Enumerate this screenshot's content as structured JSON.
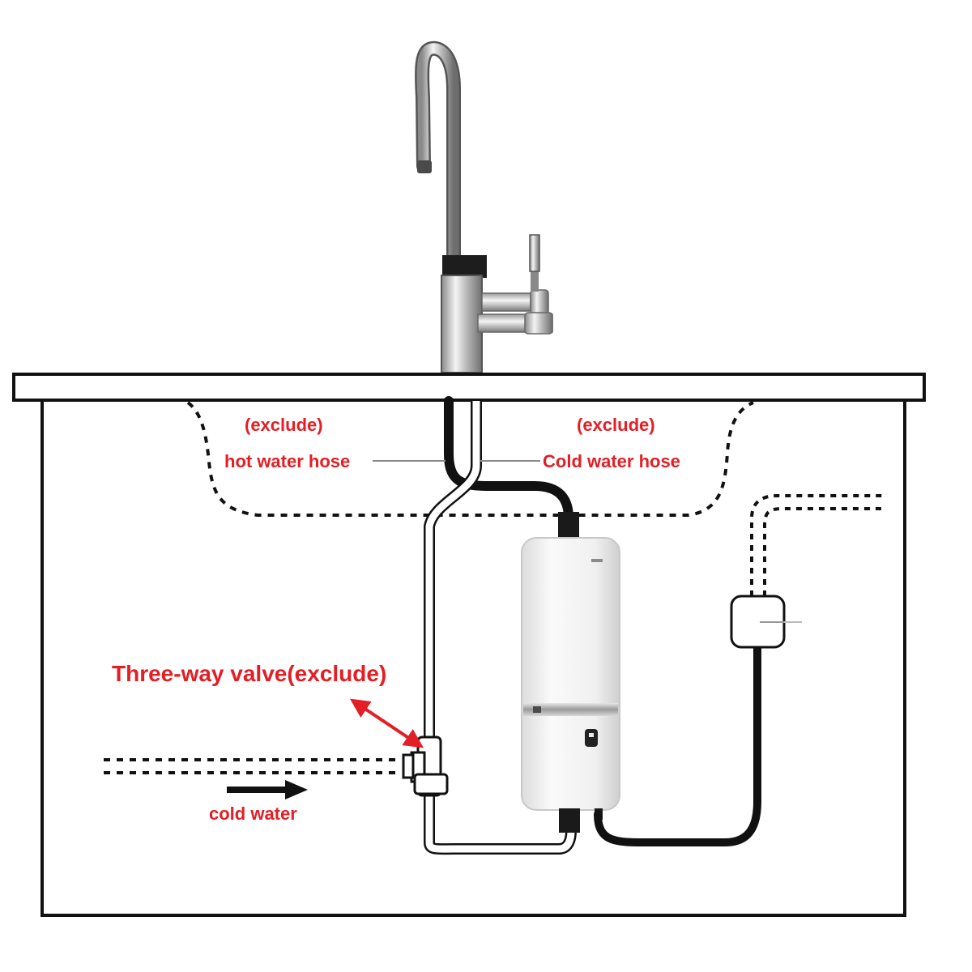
{
  "labels": {
    "hot_exclude": "(exclude)",
    "hot_hose": "hot water hose",
    "cold_exclude": "(exclude)",
    "cold_hose": "Cold water hose",
    "valve": "Three-way valve(exclude)",
    "cold_water": "cold water"
  },
  "colors": {
    "label": "#e31e24",
    "outline": "#111111",
    "hose": "#1a1a1a",
    "heater_body": "#f2f2f2"
  }
}
